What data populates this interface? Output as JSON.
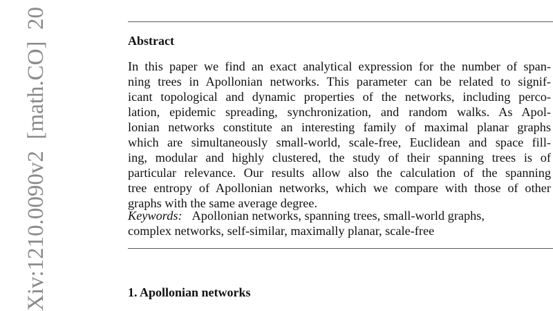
{
  "stamp": "Xiv:1210.0090v2  [math.CO]  20",
  "abstract": {
    "heading": "Abstract",
    "lines": [
      "In this paper we find an exact analytical expression for the number of span-",
      "ning trees in Apollonian networks. This parameter can be related to signif-",
      "icant topological and dynamic properties of the networks, including perco-",
      "lation, epidemic spreading, synchronization, and random walks. As Apol-",
      "lonian networks constitute an interesting family of maximal planar graphs",
      "which are simultaneously small-world, scale-free, Euclidean and space fill-",
      "ing, modular and highly clustered, the study of their spanning trees is of",
      "particular relevance. Our results allow also the calculation of the spanning",
      "tree entropy of Apollonian networks, which we compare with those of other",
      "graphs with the same average degree."
    ]
  },
  "keywords": {
    "label": "Keywords:",
    "line1": "Apollonian networks, spanning trees, small-world graphs,",
    "line2": "complex networks, self-similar, maximally planar, scale-free"
  },
  "section": {
    "title": "1.  Apollonian networks"
  }
}
